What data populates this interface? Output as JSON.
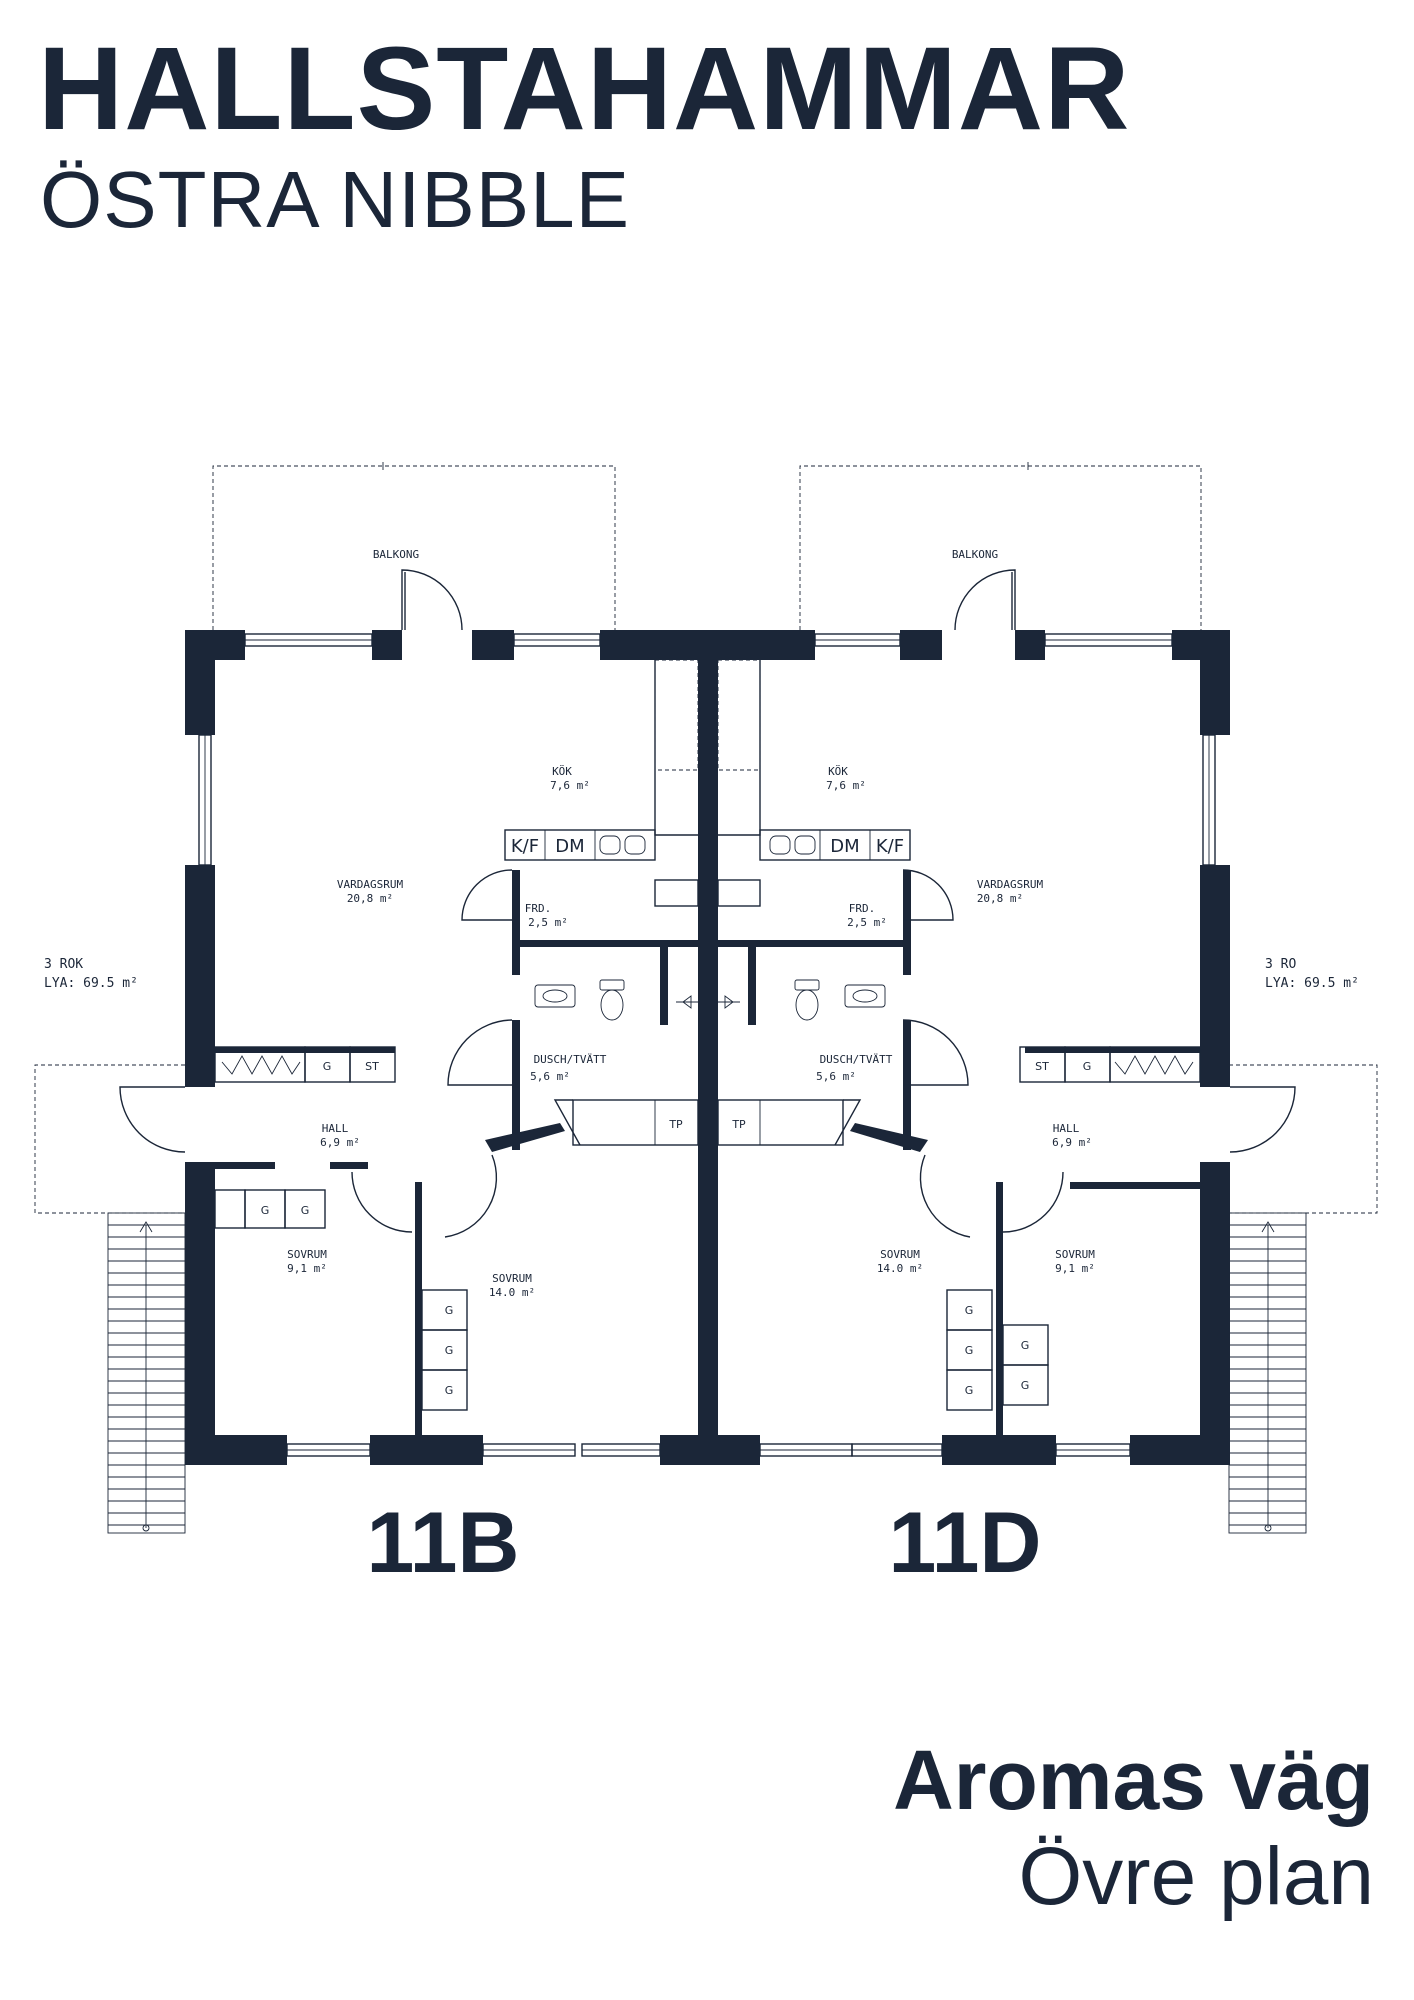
{
  "header": {
    "title": "HALLSTAHAMMAR",
    "subtitle": "ÖSTRA NIBBLE"
  },
  "footer": {
    "street": "Aromas väg",
    "level": "Övre plan"
  },
  "plan": {
    "units": [
      "11B",
      "11D"
    ],
    "left": {
      "summary_type": "3 ROK",
      "summary_area": "LYA: 69.5 m²",
      "balcony": "BALKONG",
      "rooms": [
        {
          "name": "KÖK",
          "area": "7,6 m²"
        },
        {
          "name": "VARDAGSRUM",
          "area": "20,8 m²"
        },
        {
          "name": "FRD.",
          "area": "2,5 m²"
        },
        {
          "name": "DUSCH/TVÄTT",
          "area": "5,6 m²"
        },
        {
          "name": "HALL",
          "area": "6,9 m²"
        },
        {
          "name": "SOVRUM",
          "area": "9,1 m²"
        },
        {
          "name": "SOVRUM",
          "area": "14.0 m²"
        }
      ]
    },
    "right": {
      "summary_type": "3 RO",
      "summary_area": "LYA: 69.5 m²",
      "balcony": "BALKONG",
      "rooms": [
        {
          "name": "KÖK",
          "area": "7,6 m²"
        },
        {
          "name": "VARDAGSRUM",
          "area": "20,8 m²"
        },
        {
          "name": "FRD.",
          "area": "2,5 m²"
        },
        {
          "name": "DUSCH/TVÄTT",
          "area": "5,6 m²"
        },
        {
          "name": "HALL",
          "area": "6,9 m²"
        },
        {
          "name": "SOVRUM",
          "area": "14.0 m²"
        },
        {
          "name": "SOVRUM",
          "area": "9,1 m²"
        }
      ]
    },
    "fixtures": {
      "kf": "K/F",
      "dm": "DM",
      "g": "G",
      "st": "ST",
      "tp": "TP"
    }
  }
}
